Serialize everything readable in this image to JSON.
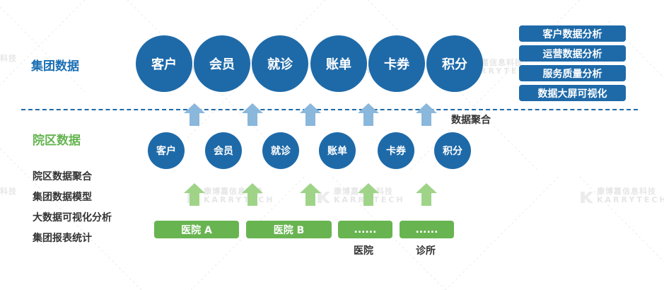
{
  "group_section": {
    "label": "集团数据",
    "circles": [
      "客户",
      "会员",
      "就诊",
      "账单",
      "卡券",
      "积分"
    ]
  },
  "analysis_list": [
    "客户数据分析",
    "运营数据分析",
    "服务质量分析",
    "数据大屏可视化"
  ],
  "aggregation_label": "数据聚合",
  "hospital_section": {
    "label": "院区数据",
    "circles": [
      "客户",
      "会员",
      "就诊",
      "账单",
      "卡券",
      "积分"
    ]
  },
  "features": [
    "院区数据聚合",
    "集团数据模型",
    "大数据可视化分析",
    "集团报表统计"
  ],
  "sources": {
    "boxes": [
      "医院 A",
      "医院 B",
      "......",
      "......"
    ],
    "captions": [
      "医院",
      "诊所"
    ]
  },
  "watermark": {
    "cn": "康博嘉信息科技",
    "en": "KARRYTECH",
    "cn_partial": "科技"
  },
  "colors": {
    "primary_blue": "#1e6aa9",
    "title_blue": "#1b6fb3",
    "green": "#68b451",
    "arrow_blue": "#8ab7dc",
    "arrow_green": "#9fd488"
  }
}
